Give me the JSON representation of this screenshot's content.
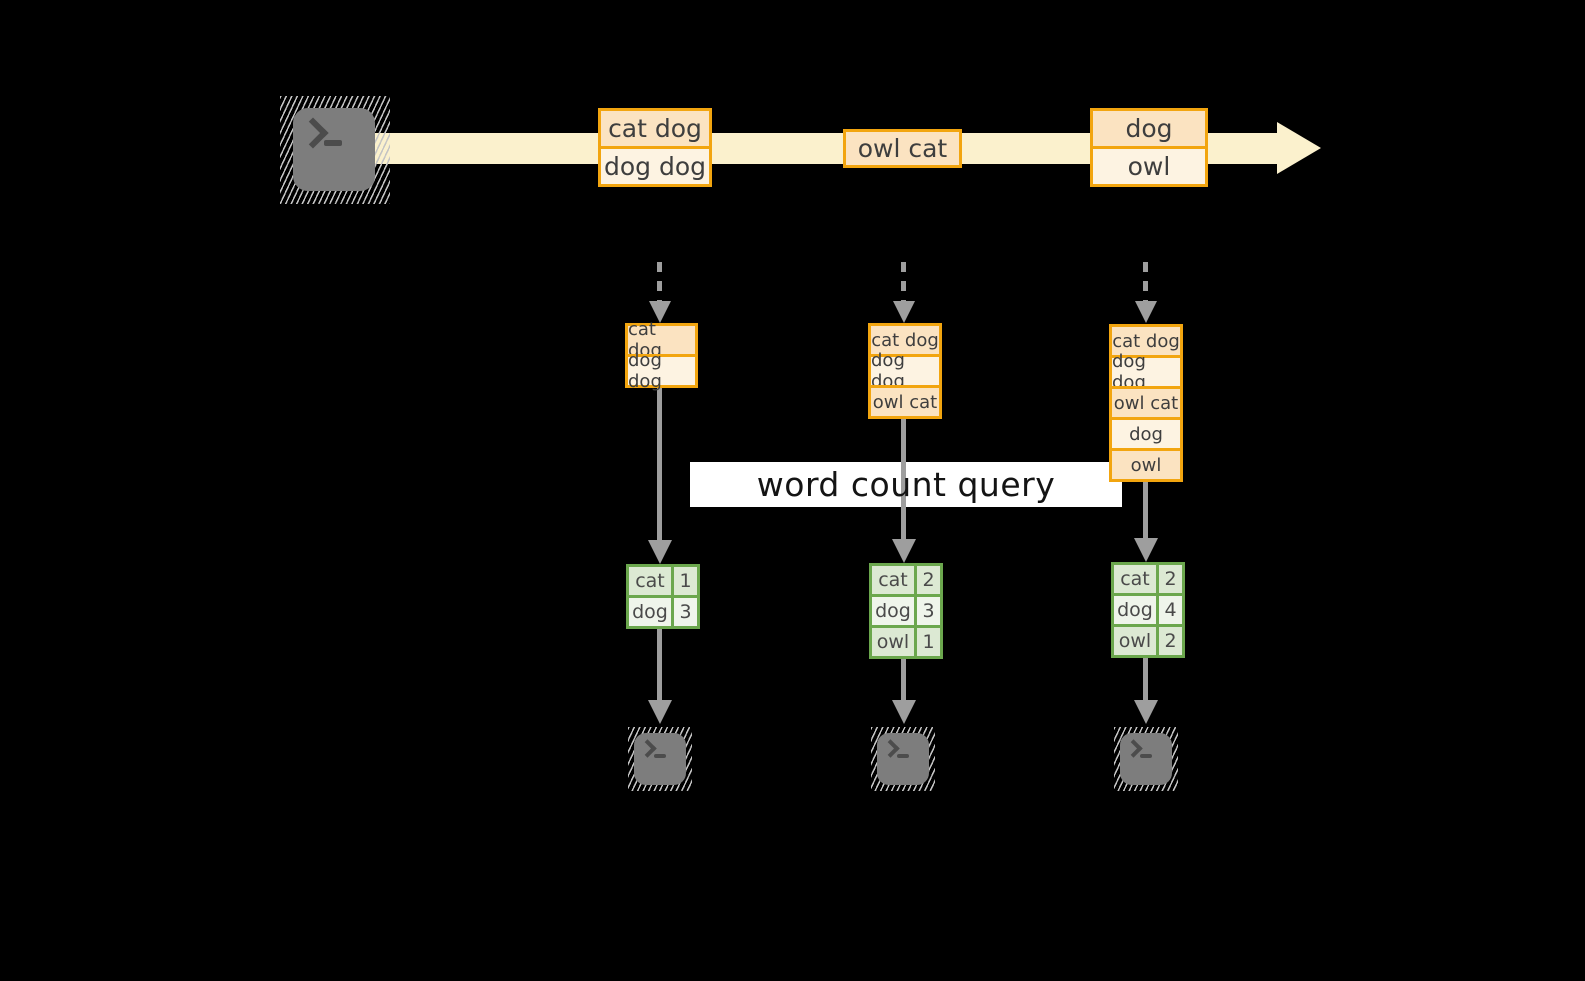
{
  "query_label": "word count query",
  "stream": {
    "source_icon": "terminal-icon",
    "batches": [
      {
        "cells": [
          "cat dog",
          "dog dog"
        ]
      },
      {
        "cells": [
          "owl cat"
        ]
      },
      {
        "cells": [
          "dog",
          "owl"
        ]
      }
    ]
  },
  "buffers": [
    {
      "cells": [
        "cat dog",
        "dog dog"
      ]
    },
    {
      "cells": [
        "cat dog",
        "dog dog",
        "owl cat"
      ]
    },
    {
      "cells": [
        "cat dog",
        "dog dog",
        "owl cat",
        "dog",
        "owl"
      ]
    }
  ],
  "results": [
    {
      "rows": [
        {
          "word": "cat",
          "count": "1"
        },
        {
          "word": "dog",
          "count": "3"
        }
      ]
    },
    {
      "rows": [
        {
          "word": "cat",
          "count": "2"
        },
        {
          "word": "dog",
          "count": "3"
        },
        {
          "word": "owl",
          "count": "1"
        }
      ]
    },
    {
      "rows": [
        {
          "word": "cat",
          "count": "2"
        },
        {
          "word": "dog",
          "count": "4"
        },
        {
          "word": "owl",
          "count": "2"
        }
      ]
    }
  ],
  "sinks": [
    "terminal-icon",
    "terminal-icon",
    "terminal-icon"
  ],
  "colors": {
    "accent_orange": "#F2A50F",
    "stream_band": "#FBF1CD",
    "cell_peach": "#FBE3C1",
    "cell_cream": "#FDF3E2",
    "result_green": "#6BA74D",
    "result_row_dark": "#DCE9D3",
    "result_row_light": "#EFF5EB",
    "arrow_gray": "#9E9E9E",
    "terminal_gray": "#7D7D7D"
  }
}
